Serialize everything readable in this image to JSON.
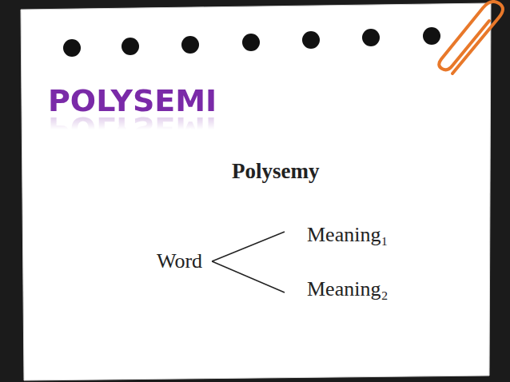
{
  "diagram": {
    "title": "POLYSEMI",
    "nodes": [
      {
        "text": [
          "Word"
        ]
      },
      {
        "text": [
          "Meaning₁"
        ]
      },
      {
        "text": [
          "Meaning₂"
        ]
      }
    ],
    "edges": [
      {
        "from": 0,
        "to": 1,
        "arrow": "none"
      },
      {
        "from": 0,
        "to": 2,
        "arrow": "none"
      }
    ],
    "labels": [
      "Polysemy"
    ]
  }
}
